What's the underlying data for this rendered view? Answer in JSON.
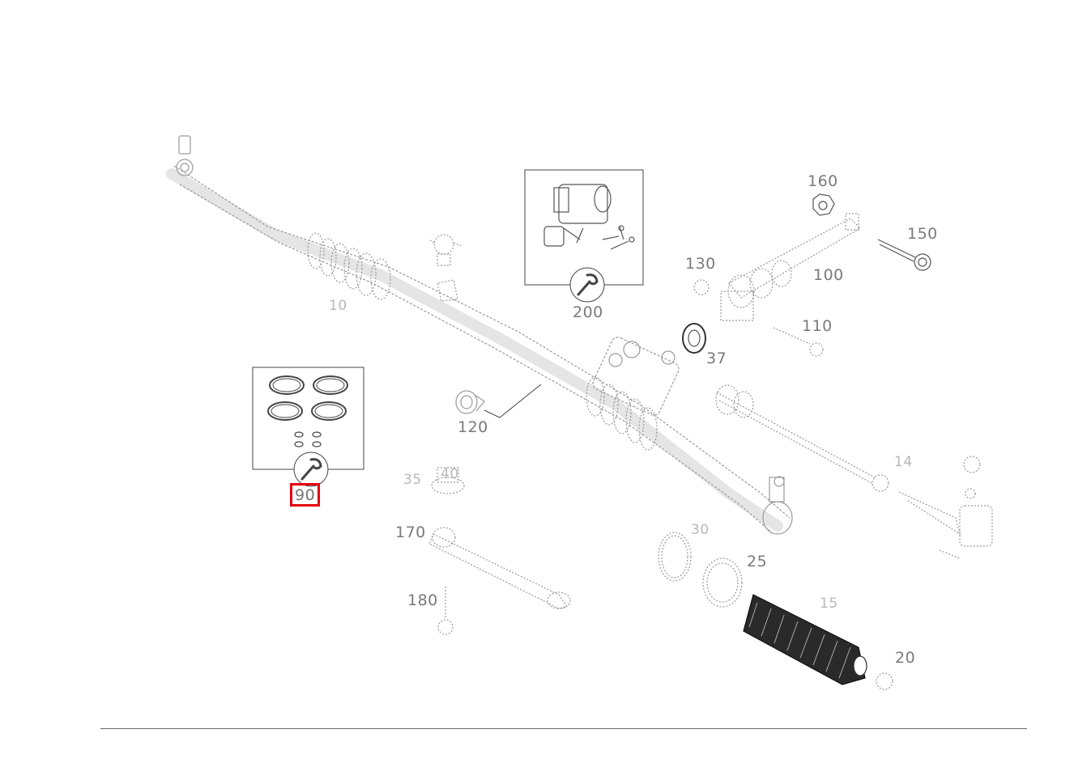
{
  "diagram": {
    "selected_label": "90",
    "highlight_color": "#e3000f",
    "labels": {
      "p10": "10",
      "p14": "14",
      "p15": "15",
      "p20": "20",
      "p25": "25",
      "p30": "30",
      "p35": "35",
      "p37": "37",
      "p40": "40",
      "p90": "90",
      "p100": "100",
      "p110": "110",
      "p120": "120",
      "p130": "130",
      "p150": "150",
      "p160": "160",
      "p170": "170",
      "p180": "180",
      "p200": "200"
    },
    "kit_icons": [
      "wrench-icon",
      "wrench-icon"
    ]
  }
}
